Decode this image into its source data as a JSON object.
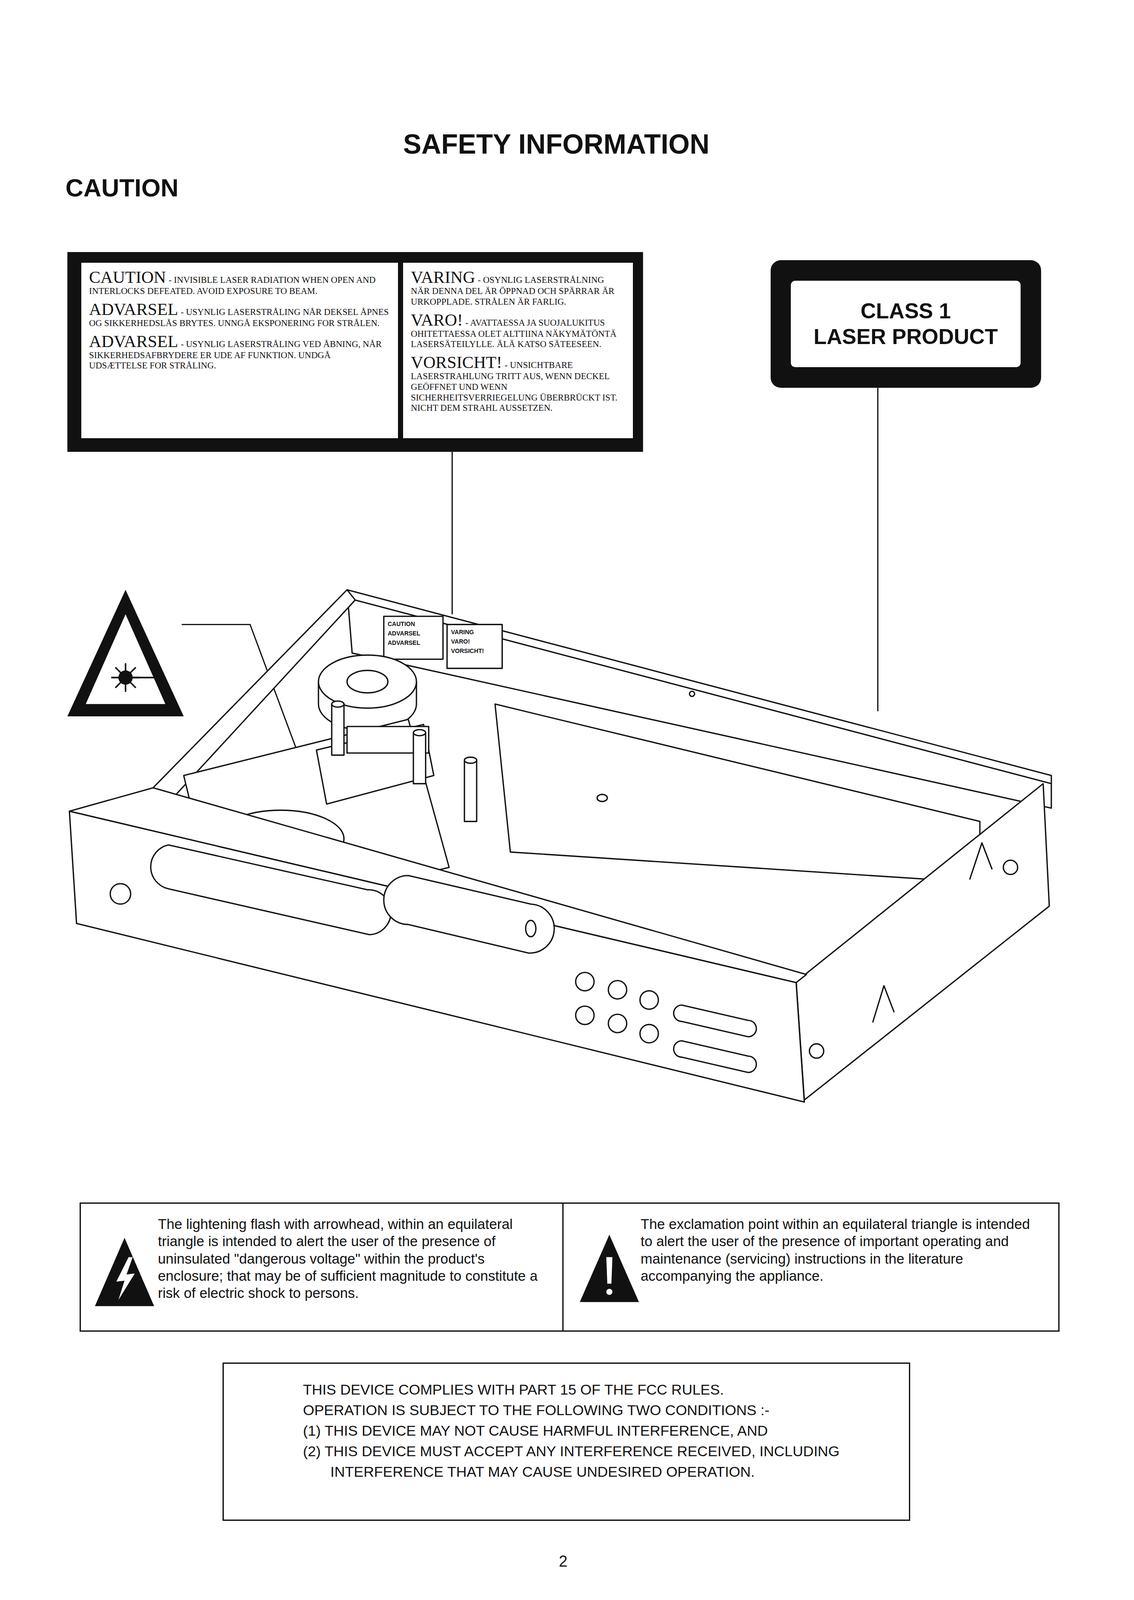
{
  "diagram": {
    "title": "SAFETY INFORMATION",
    "nodes": [
      {
        "text": [
          "CAUTION",
          "- INVISIBLE LASER RADIATION WHEN OPEN AND INTERLOCKS DEFEATED. AVOID EXPOSURE TO BEAM.",
          "ADVARSEL",
          "- USYNLIG LASERSTRÅLING NÅR DEKSEL ÅPNES OG SIKKERHEDSLÅS BRYTES. UNNGÅ EKSPONERING FOR STRÅLEN.",
          "ADVARSEL",
          "- USYNLIG LASERSTRÅLING VED ÅBNING, NÅR SIKKERHEDSAFBRYDERE ER UDE AF FUNKTION. UNDGÅ UDSÆTTELSE FOR STRÅLING."
        ]
      },
      {
        "text": [
          "VARING",
          "- OSYNLIG LASERSTRÅLNING NÄR DENNA DEL ÄR ÖPPNAD OCH SPÄRRAR ÄR URKOPPLADE. STRÅLEN ÄR FARLIG.",
          "VARO!",
          "- AVATTAESSA JA SUOJALUKITUS OHITETTAESSA OLET ALTTIINA NÄKYMÄTÖNTÄ LASERSÄTEILYLLE. ÄLÄ KATSO SÄTEESEEN.",
          "VORSICHT!",
          "- UNSICHTBARE LASERSTRAHLUNG TRITT AUS, WENN DECKEL GEÖFFNET UND WENN SICHERHEITSVERRIEGELUNG ÜBERBRÜCKT IST. NICHT DEM STRAHL AUSSETZEN."
        ]
      },
      {
        "text": [
          "CLASS 1",
          "LASER PRODUCT"
        ]
      },
      {
        "text": [
          "The lightening flash with arrowhead, within an equilateral triangle is intended to alert the user of the presence of uninsulated \"dangerous voltage\" within the product's enclosure; that may be of sufficient magnitude to constitute a risk of electric shock to persons."
        ]
      },
      {
        "text": [
          "The exclamation point within an equilateral triangle is intended to alert the user of the presence of important operating and maintenance (servicing) instructions in the literature accompanying the appliance."
        ]
      },
      {
        "text": [
          "THIS DEVICE COMPLIES WITH PART 15 OF THE FCC RULES.",
          "OPERATION IS SUBJECT TO THE FOLLOWING TWO CONDITIONS :-",
          "(1) THIS DEVICE MAY NOT CAUSE HARMFUL INTERFERENCE, AND",
          "(2) THIS DEVICE MUST ACCEPT ANY INTERFERENCE RECEIVED, INCLUDING INTERFERENCE THAT MAY CAUSE UNDESIRED OPERATION."
        ]
      }
    ],
    "labels": [
      "CAUTION",
      "CAUTION",
      "ADVARSEL",
      "ADVARSEL",
      "VARING",
      "VARO!",
      "VORSICHT!",
      "2"
    ]
  }
}
